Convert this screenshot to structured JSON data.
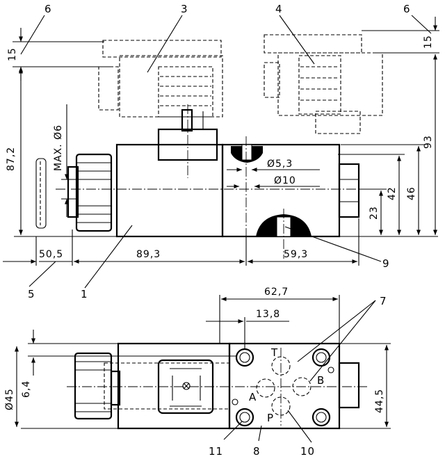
{
  "dimensions": {
    "top_15_left": "15",
    "top_15_right": "15",
    "height_87_2": "87,2",
    "max_d6": "MAX. Ø6",
    "d5_3": "Ø5,3",
    "d10": "Ø10",
    "h42": "42",
    "h46": "46",
    "h23": "23",
    "h93": "93",
    "w50_5": "50,5",
    "w89_3": "89,3",
    "w59_3": "59,3",
    "w62_7": "62,7",
    "w13_8": "13,8",
    "d45": "Ø45",
    "h6_4": "6,4",
    "h44_5": "44,5"
  },
  "callouts": {
    "c1": "1",
    "c3": "3",
    "c4": "4",
    "c5": "5",
    "c6a": "6",
    "c6b": "6",
    "c7": "7",
    "c8": "8",
    "c9": "9",
    "c10": "10",
    "c11": "11"
  },
  "ports": {
    "T": "T",
    "A": "A",
    "B": "B",
    "P": "P"
  }
}
